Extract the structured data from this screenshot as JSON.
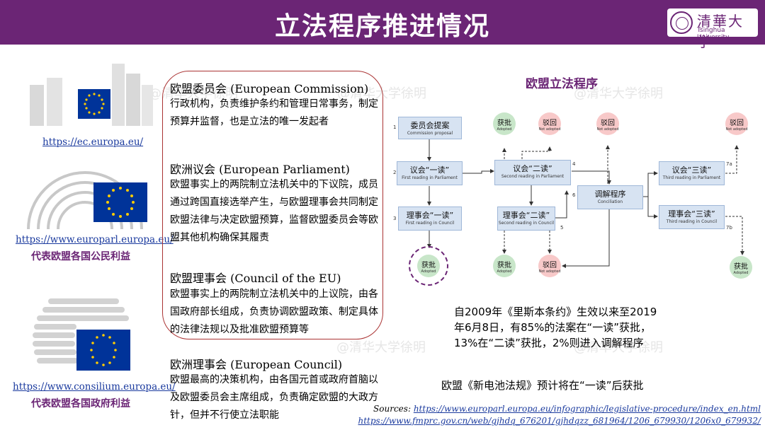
{
  "header": {
    "title": "立法程序推进情况"
  },
  "logo": {
    "cn": "清華大学",
    "en": "Tsinghua University"
  },
  "watermark": "@清华大学徐明",
  "left": {
    "commission_link": "https://ec.europa.eu/",
    "parliament_link": "https://www.europarl.europa.eu/",
    "parliament_label": "代表欧盟各国公民利益",
    "council_link": "https://www.consilium.europa.eu/",
    "council_label": "代表欧盟各国政府利益"
  },
  "institutions": [
    {
      "heading": "欧盟委员会 (European Commission)",
      "desc": "行政机构，负责维护条约和管理日常事务，制定预算并监督，也是立法的唯一发起者"
    },
    {
      "heading": "欧洲议会 (European Parliament)",
      "desc": "欧盟事实上的两院制立法机关中的下议院，成员通过跨国直接选举产生，与欧盟理事会共同制定欧盟法律与决定欧盟预算，监督欧盟委员会等欧盟其他机构确保其履责"
    },
    {
      "heading": "欧盟理事会 (Council of the EU)",
      "desc": "欧盟事实上的两院制立法机关中的上议院，由各国政府部长组成，负责协调欧盟政策、制定具体的法律法规以及批准欧盟预算等"
    },
    {
      "heading": "欧洲理事会 (European Council)",
      "desc": "欧盟最高的决策机构，由各国元首或政府首脑以及欧盟委员会主席组成，负责确定欧盟的大政方针，但并不行使立法职能"
    }
  ],
  "flow": {
    "title": "欧盟立法程序",
    "proposal": {
      "zh": "委员会提案",
      "en": "Commission proposal"
    },
    "ep1": {
      "zh": "议会“一读”",
      "en": "First reading in Parliament"
    },
    "c1": {
      "zh": "理事会“一读”",
      "en": "First reading in Council"
    },
    "ep2": {
      "zh": "议会“二读”",
      "en": "Second reading in Parliament"
    },
    "c2": {
      "zh": "理事会“二读”",
      "en": "Second reading in Council"
    },
    "conc": {
      "zh": "调解程序",
      "en": "Conciliation"
    },
    "ep3": {
      "zh": "议会“三读”",
      "en": "Third reading in Parliament"
    },
    "c3": {
      "zh": "理事会“三读”",
      "en": "Third reading in Council"
    },
    "adopted": {
      "zh": "获批",
      "en": "Adopted"
    },
    "rejected": {
      "zh": "驳回",
      "en": "Not adopted"
    },
    "steps": [
      "1",
      "2",
      "3",
      "4",
      "5",
      "6",
      "7a",
      "7b"
    ]
  },
  "stats": {
    "line1": "自2009年《里斯本条约》生效以来至2019",
    "line2": "年6月8日，有85%的法案在“一读”获批，",
    "line3": "13%在“二读”获批，2%则进入调解程序"
  },
  "battery": "欧盟《新电池法规》预计将在“一读”后获批",
  "sources": {
    "label": "Sources:",
    "url1": "https://www.europarl.europa.eu/infographic/legislative-procedure/index_en.html",
    "url2": "https://www.fmprc.gov.cn/web/gjhdq_676201/gjhdqzz_681964/1206_679930/1206x0_679932/"
  }
}
